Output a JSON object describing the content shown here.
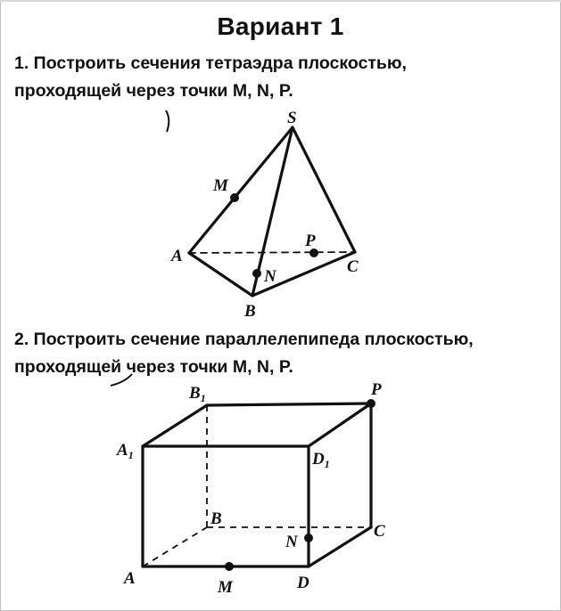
{
  "title": "Вариант 1",
  "task1": {
    "line1": "1. Построить сечения тетраэдра плоскостью,",
    "line2": "проходящей через точки M, N, P."
  },
  "task2": {
    "line1": "2. Построить сечение параллелепипеда плоскостью,",
    "line2": "проходящей через точки M, N, P."
  },
  "tetrahedron": {
    "labels": {
      "S": "S",
      "M": "M",
      "A": "A",
      "P": "P",
      "N": "N",
      "C": "C",
      "B": "B"
    }
  },
  "parallelepiped": {
    "labels": {
      "B1": "B",
      "B1_sub": "1",
      "P": "P",
      "A1": "A",
      "A1_sub": "1",
      "D1": "D",
      "D1_sub": "1",
      "B": "B",
      "N": "N",
      "C": "C",
      "A": "A",
      "M": "M",
      "D": "D"
    }
  },
  "colors": {
    "ink": "#111111",
    "background": "#ffffff"
  }
}
